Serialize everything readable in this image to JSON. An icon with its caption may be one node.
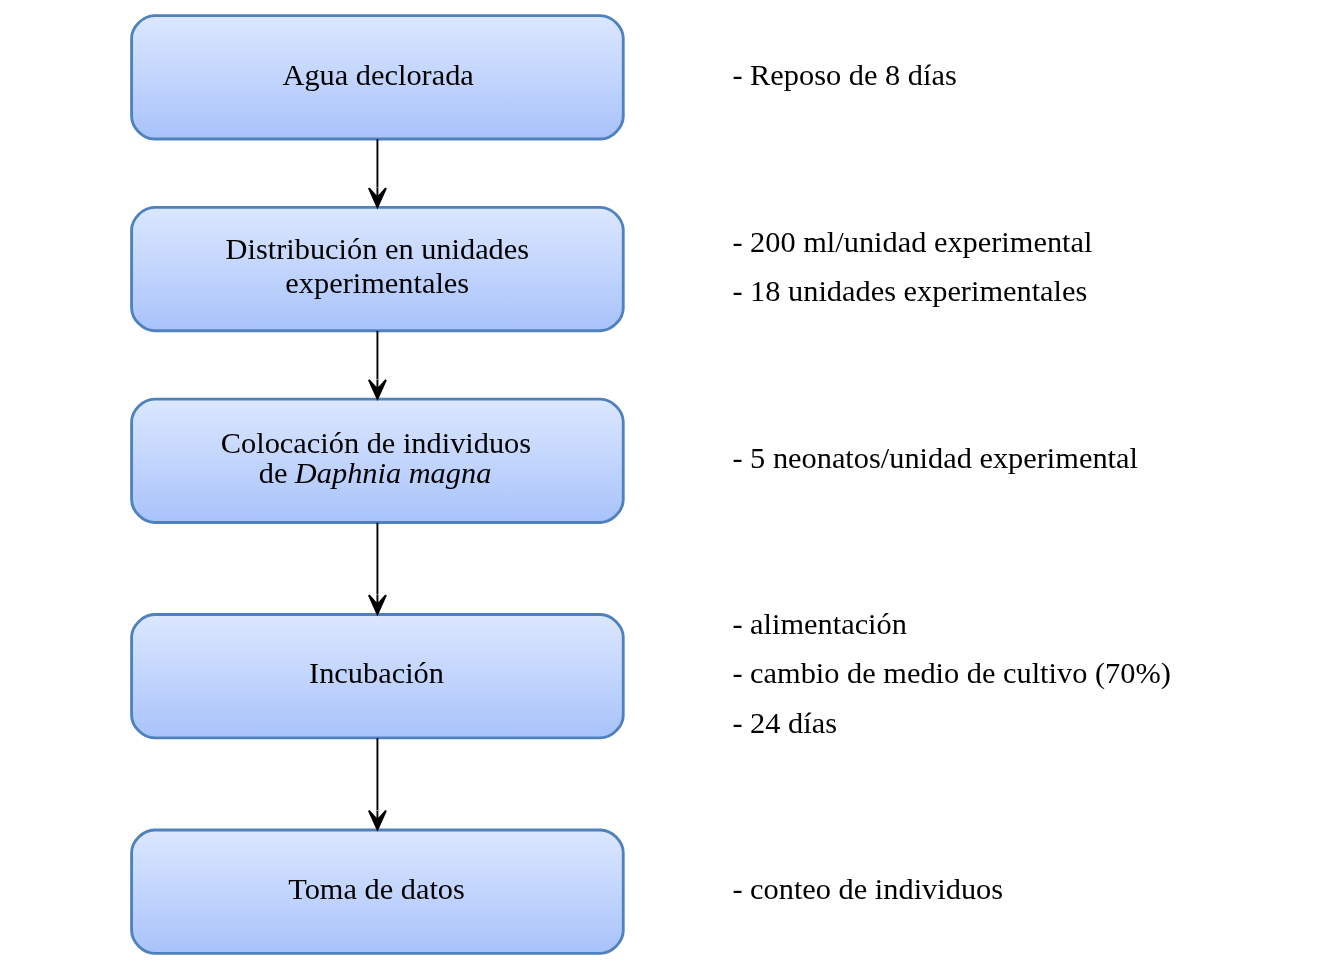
{
  "diagram": {
    "nodes": [
      {
        "text": [
          "Agua declorada"
        ],
        "beside": [
          "- Reposo de 8 días"
        ]
      },
      {
        "text": [
          "Distribución en unidades experimentales"
        ],
        "beside": [
          "- 200 ml/unidad experimental",
          "- 18 unidades experimentales"
        ]
      },
      {
        "text": [
          "Colocación de individuos de *Daphnia magna*"
        ],
        "beside": [
          "- 5 neonatos/unidad experimental"
        ]
      },
      {
        "text": [
          "Incubación"
        ],
        "beside": [
          "- alimentación",
          "- cambio de medio de cultivo (70%)",
          "- 24 días"
        ]
      },
      {
        "text": [
          "Toma de datos"
        ],
        "beside": [
          "- conteo de individuos"
        ]
      }
    ],
    "edges": [
      {
        "from": 0,
        "to": 1,
        "arrow": "to"
      },
      {
        "from": 1,
        "to": 2,
        "arrow": "to"
      },
      {
        "from": 2,
        "to": 3,
        "arrow": "to"
      },
      {
        "from": 3,
        "to": 4,
        "arrow": "to"
      }
    ]
  }
}
